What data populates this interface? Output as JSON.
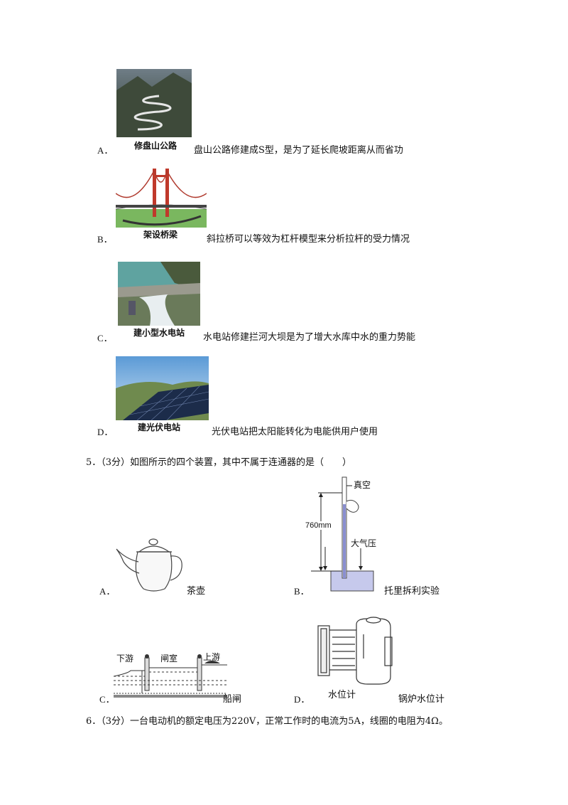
{
  "q4": {
    "options": [
      {
        "letter": "A．",
        "caption": "修盘山公路",
        "desc": "盘山公路修建成S型，是为了延长爬坡距离从而省功"
      },
      {
        "letter": "B．",
        "caption": "架设桥梁",
        "desc": "斜拉桥可以等效为杠杆模型来分析拉杆的受力情况"
      },
      {
        "letter": "C．",
        "caption": "建小型水电站",
        "desc": "水电站修建拦河大坝是为了增大水库中水的重力势能"
      },
      {
        "letter": "D．",
        "caption": "建光伏电站",
        "desc": "光伏电站把太阳能转化为电能供用户使用"
      }
    ]
  },
  "q5": {
    "stem": "5．（3分）如图所示的四个装置，其中不属于连通器的是（　　）",
    "options": [
      {
        "letter": "A．",
        "label": "茶壶"
      },
      {
        "letter": "B．",
        "label": "托里拆利实验"
      },
      {
        "letter": "C．",
        "label": "船闸"
      },
      {
        "letter": "D．",
        "label": "锅炉水位计"
      }
    ],
    "fig_b": {
      "vacuum": "真空",
      "height": "760mm",
      "pressure": "大气压"
    },
    "fig_c": {
      "down": "下游",
      "chamber": "闸室",
      "up": "上游"
    },
    "fig_d": {
      "gauge": "水位计"
    }
  },
  "q6": {
    "stem": "6．（3分）一台电动机的额定电压为220V，正常工作时的电流为5A，线圈的电阻为4Ω。"
  }
}
